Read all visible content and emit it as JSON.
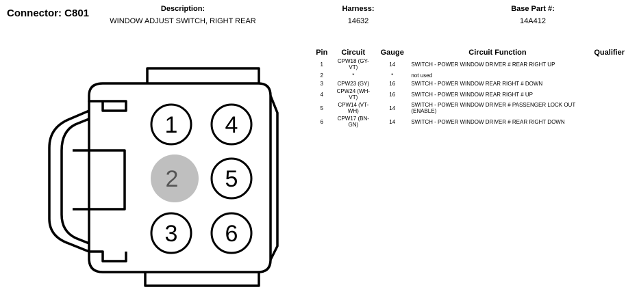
{
  "header": {
    "connector": "Connector: C801",
    "description_label": "Description:",
    "description_value": "WINDOW ADJUST SWITCH, RIGHT REAR",
    "harness_label": "Harness:",
    "harness_value": "14632",
    "base_part_label": "Base Part #:",
    "base_part_value": "14A412"
  },
  "connector_pins": [
    "1",
    "2",
    "3",
    "4",
    "5",
    "6"
  ],
  "pin_colors": {
    "unused": "#bfbfbf",
    "outline": "#000000"
  },
  "table": {
    "columns": [
      "Pin",
      "Circuit",
      "Gauge",
      "Circuit Function",
      "Qualifier"
    ],
    "rows": [
      {
        "pin": "1",
        "circuit": "CPW18 (GY-VT)",
        "gauge": "14",
        "function": "SWITCH - POWER WINDOW DRIVER # REAR RIGHT UP",
        "qualifier": ""
      },
      {
        "pin": "2",
        "circuit": "*",
        "gauge": "*",
        "function": "not used",
        "qualifier": ""
      },
      {
        "pin": "3",
        "circuit": "CPW23 (GY)",
        "gauge": "16",
        "function": "SWITCH - POWER WINDOW REAR RIGHT # DOWN",
        "qualifier": ""
      },
      {
        "pin": "4",
        "circuit": "CPW24 (WH-VT)",
        "gauge": "16",
        "function": "SWITCH - POWER WINDOW REAR RIGHT # UP",
        "qualifier": ""
      },
      {
        "pin": "5",
        "circuit": "CPW14 (VT-WH)",
        "gauge": "14",
        "function": "SWITCH - POWER WINDOW DRIVER # PASSENGER LOCK OUT (ENABLE)",
        "qualifier": ""
      },
      {
        "pin": "6",
        "circuit": "CPW17 (BN-GN)",
        "gauge": "14",
        "function": "SWITCH - POWER WINDOW DRIVER # REAR RIGHT DOWN",
        "qualifier": ""
      }
    ]
  }
}
